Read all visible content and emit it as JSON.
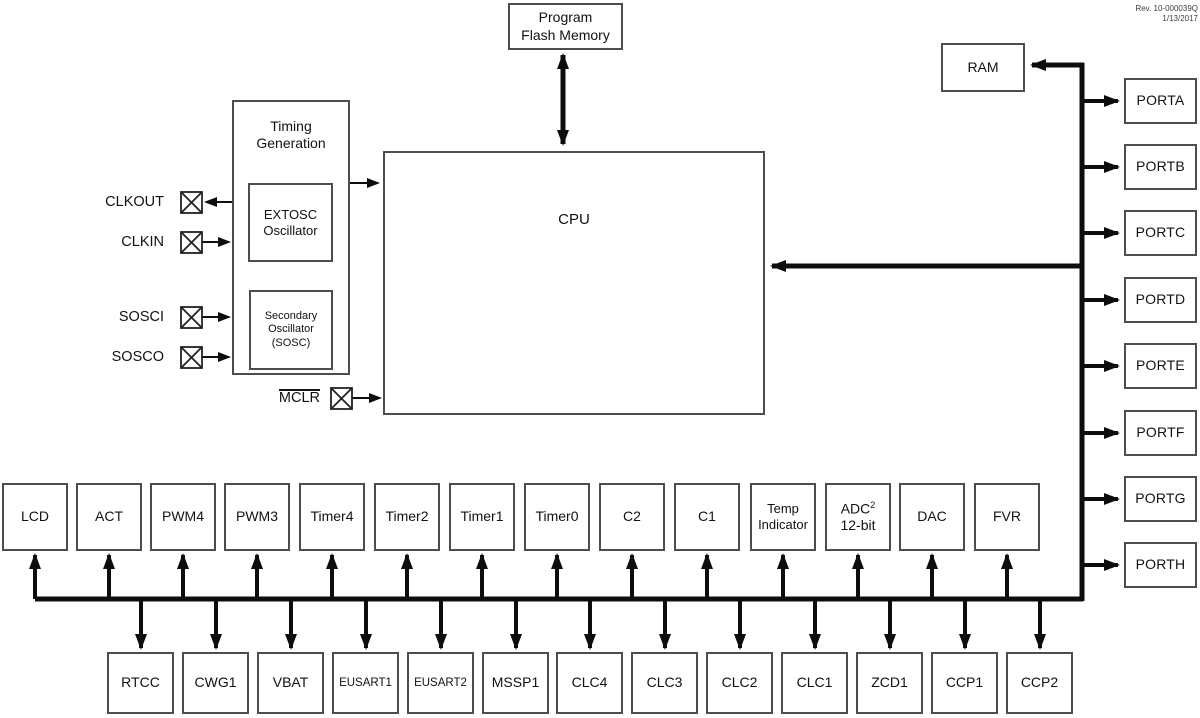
{
  "meta": {
    "rev": "Rev. 10-000039Q\n1/13/2017"
  },
  "blocks": {
    "program_flash": "Program\nFlash Memory",
    "ram": "RAM",
    "cpu": "CPU",
    "timing": "Timing\nGeneration",
    "extosc": "EXTOSC\nOscillator",
    "sosc": "Secondary\nOscillator\n(SOSC)"
  },
  "pins": [
    {
      "label": "CLKOUT",
      "direction": "output"
    },
    {
      "label": "CLKIN",
      "direction": "input"
    },
    {
      "label": "SOSCI",
      "direction": "input"
    },
    {
      "label": "SOSCO",
      "direction": "input"
    },
    {
      "label": "MCLR",
      "direction": "input",
      "overline": true
    }
  ],
  "ports": [
    "PORTA",
    "PORTB",
    "PORTC",
    "PORTD",
    "PORTE",
    "PORTF",
    "PORTG",
    "PORTH"
  ],
  "middle_row": [
    "LCD",
    "ACT",
    "PWM4",
    "PWM3",
    "Timer4",
    "Timer2",
    "Timer1",
    "Timer0",
    "C2",
    "C1",
    "Temp\nIndicator",
    {
      "label": "ADC",
      "sup": "2",
      "line2": "12-bit"
    },
    "DAC",
    "FVR"
  ],
  "bottom_row": [
    "RTCC",
    "CWG1",
    "VBAT",
    "EUSART1",
    "EUSART2",
    "MSSP1",
    "CLC4",
    "CLC3",
    "CLC2",
    "CLC1",
    "ZCD1",
    "CCP1",
    "CCP2"
  ]
}
